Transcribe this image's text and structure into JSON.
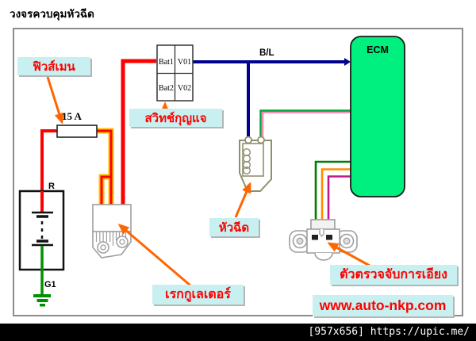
{
  "window": {
    "title": "วงจรควบคุมหัวฉีด",
    "watermark": "[957x656] https://upic.me/"
  },
  "diagram": {
    "callouts": {
      "fuse_main": "ฟิวส์เมน",
      "key_switch": "สวิทช์กุญแจ",
      "injector": "หัวฉีด",
      "regulator": "เรกกูเลเตอร์",
      "tilt_sensor": "ตัวตรวจจับการเอียง",
      "website": "www.auto-nkp.com"
    },
    "parts": {
      "fuse_rating": "15 A",
      "wire_code": "B/L",
      "ecm": "ECM",
      "battery": "R",
      "ground": "G1",
      "key_switch_pins": {
        "bat1": "Bat1",
        "v01": "V01",
        "bat2": "Bat2",
        "v02": "V02"
      }
    },
    "colors": {
      "wire_red": "#ff0000",
      "wire_yellow": "#ffc000",
      "wire_blue": "#00008b",
      "wire_green": "#00a33d",
      "wire_pink": "#ff85a8",
      "wire_dark_green": "#007d00",
      "wire_orange": "#ff8c00",
      "wire_magenta": "#c4168c",
      "ecm_fill": "#00f080",
      "callout_bg": "#c9f0f0",
      "callout_text": "#ff0000",
      "arrow": "#ff6600"
    }
  }
}
